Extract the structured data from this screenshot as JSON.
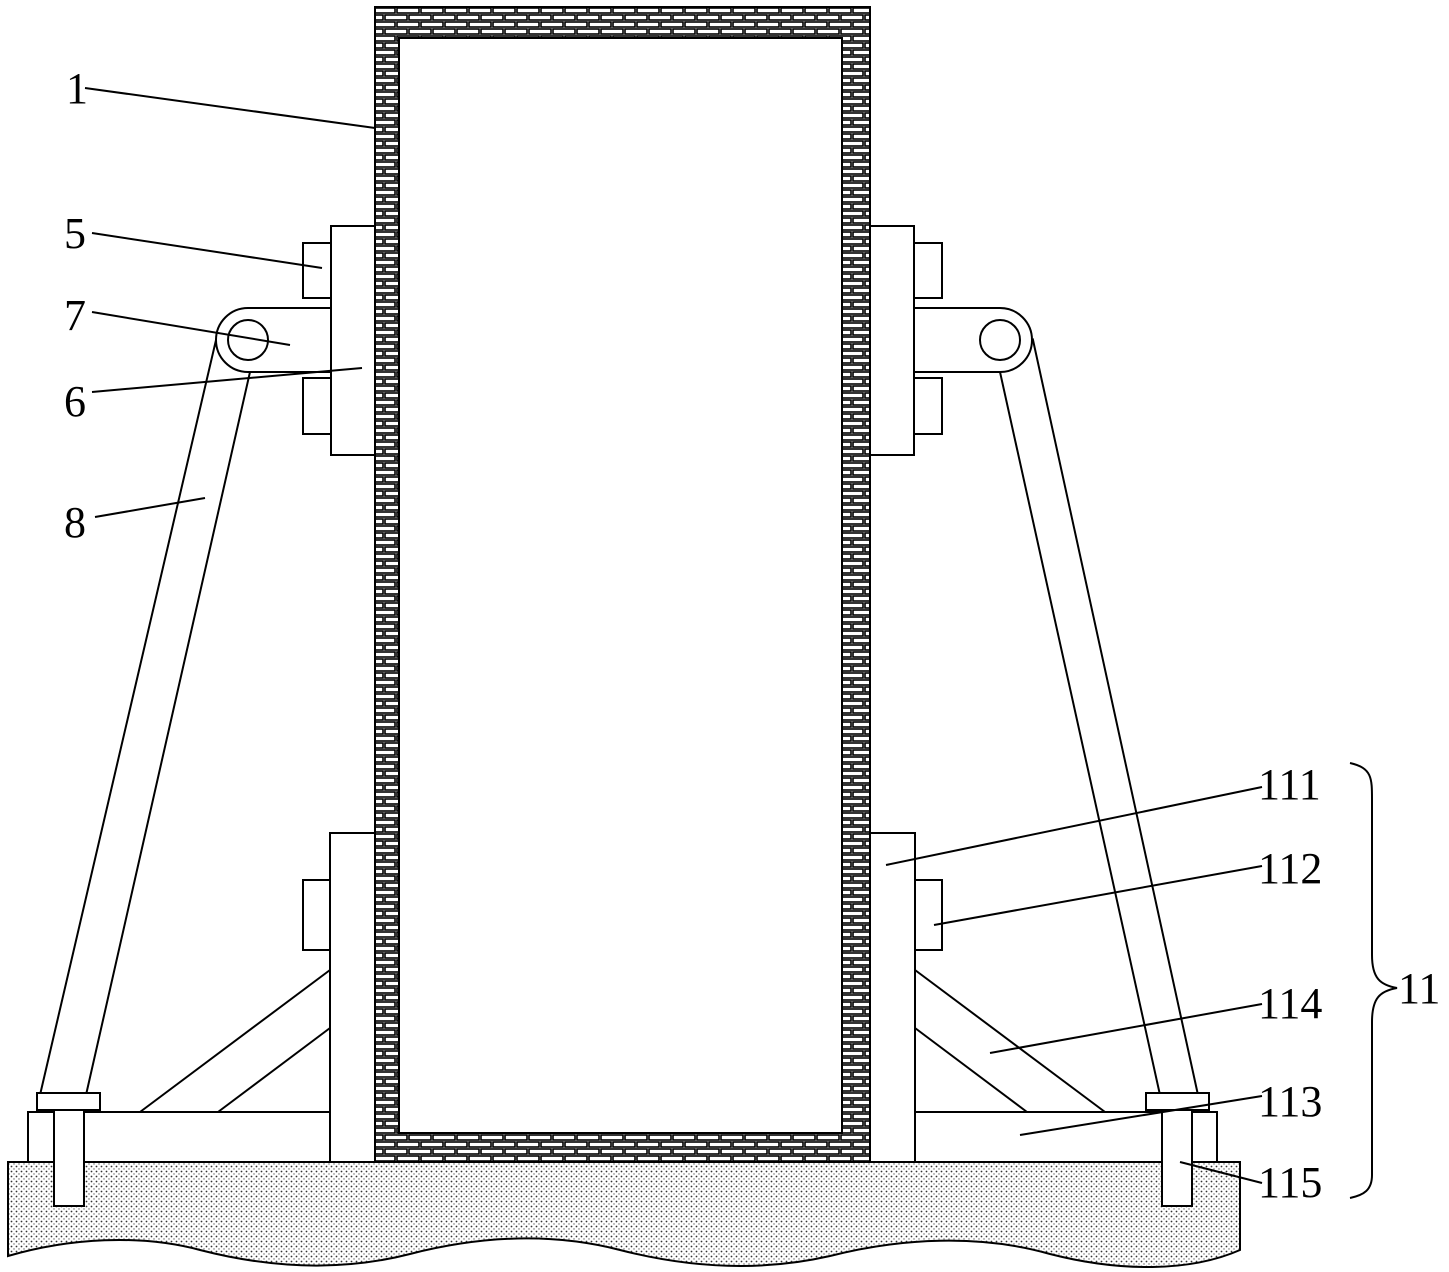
{
  "figure": {
    "labels": {
      "l1": "1",
      "l5": "5",
      "l7": "7",
      "l6": "6",
      "l8": "8",
      "l111": "111",
      "l112": "112",
      "l11": "11",
      "l114": "114",
      "l113": "113",
      "l115": "115"
    }
  }
}
